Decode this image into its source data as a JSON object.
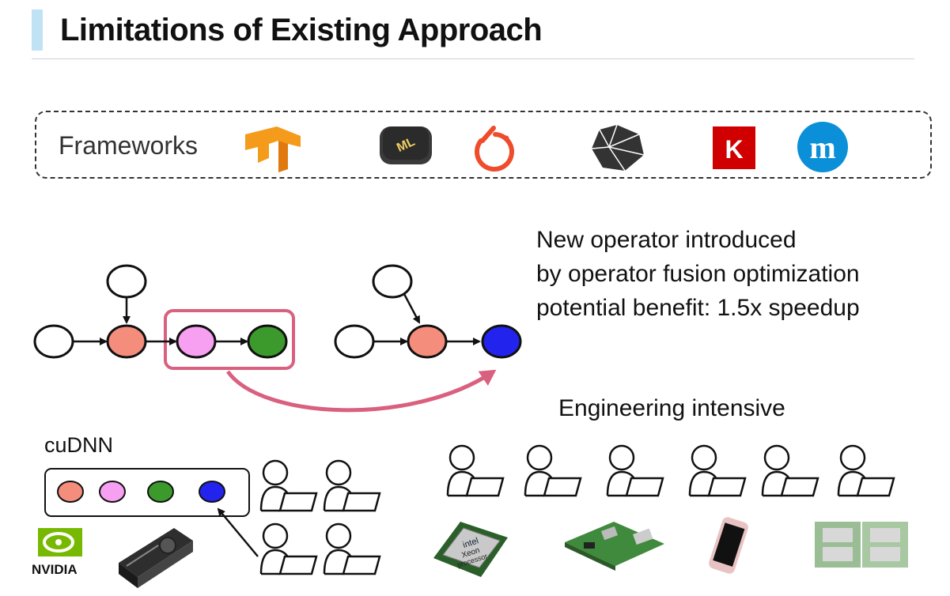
{
  "slide": {
    "title": "Limitations of Existing Approach"
  },
  "frameworks": {
    "label": "Frameworks",
    "logos": [
      {
        "icon": "tensorflow-icon",
        "color": "#f59b1b"
      },
      {
        "icon": "coreml-icon",
        "color": "#3a3a3a",
        "text": "ML"
      },
      {
        "icon": "pytorch-icon",
        "color": "#ee4c2c"
      },
      {
        "icon": "caffe2-icon",
        "color": "#333333"
      },
      {
        "icon": "keras-icon",
        "color": "#d00000",
        "text": "K"
      },
      {
        "icon": "mxnet-icon",
        "color": "#0b8fd8",
        "text": "m"
      }
    ]
  },
  "fusion": {
    "line1": "New operator introduced",
    "line2": "by operator fusion optimization",
    "line3": "potential benefit: 1.5x speedup",
    "colors": {
      "salmon": "#f58d7c",
      "pink": "#f7a0f2",
      "green": "#3c9a2c",
      "blue": "#2323ee",
      "highlight": "#d9607e"
    }
  },
  "library": {
    "label": "cuDNN",
    "vendor": "NVIDIA"
  },
  "engineering": {
    "label": "Engineering intensive"
  },
  "hardware": {
    "cpu_brand": "intel",
    "cpu_line1": "Xeon",
    "cpu_line2": "processor"
  }
}
